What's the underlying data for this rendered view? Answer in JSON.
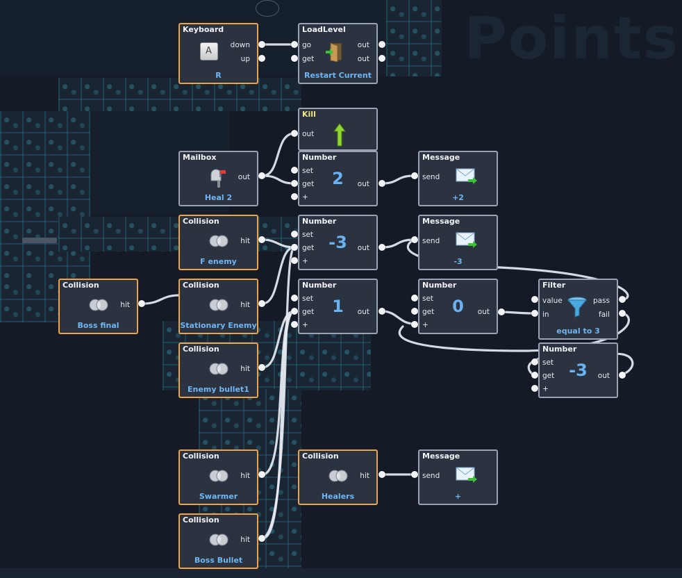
{
  "background": {
    "wordmark": "Points"
  },
  "nodes": {
    "keyboard": {
      "title": "Keyboard",
      "key": "A",
      "caption": "R",
      "ports": {
        "down": "down",
        "up": "up"
      }
    },
    "loadlevel": {
      "title": "LoadLevel",
      "caption": "Restart Current",
      "ports": {
        "go": "go",
        "get": "get",
        "out1": "out",
        "out2": "out"
      }
    },
    "kill": {
      "title": "Kill",
      "ports": {
        "out": "out"
      }
    },
    "mailbox": {
      "title": "Mailbox",
      "caption": "Heal 2",
      "ports": {
        "out": "out"
      }
    },
    "number_2": {
      "title": "Number",
      "value": "2",
      "ports": {
        "set": "set",
        "get": "get",
        "plus": "+",
        "out": "out"
      }
    },
    "message_plus2": {
      "title": "Message",
      "caption": "+2",
      "ports": {
        "send": "send"
      }
    },
    "collision_fenemy": {
      "title": "Collision",
      "caption": "F enemy",
      "ports": {
        "hit": "hit"
      }
    },
    "number_m3a": {
      "title": "Number",
      "value": "-3",
      "ports": {
        "set": "set",
        "get": "get",
        "plus": "+",
        "out": "out"
      }
    },
    "message_m3": {
      "title": "Message",
      "caption": "-3",
      "ports": {
        "send": "send"
      }
    },
    "collision_bossfinal": {
      "title": "Collision",
      "caption": "Boss final",
      "ports": {
        "hit": "hit"
      }
    },
    "collision_stationary": {
      "title": "Collision",
      "caption": "Stationary Enemy",
      "ports": {
        "hit": "hit"
      }
    },
    "number_1": {
      "title": "Number",
      "value": "1",
      "ports": {
        "set": "set",
        "get": "get",
        "plus": "+",
        "out": "out"
      }
    },
    "number_0": {
      "title": "Number",
      "value": "0",
      "ports": {
        "set": "set",
        "get": "get",
        "plus": "+",
        "out": "out"
      }
    },
    "filter": {
      "title": "Filter",
      "caption": "equal to 3",
      "ports": {
        "value": "value",
        "in": "in",
        "pass": "pass",
        "fail": "fail"
      }
    },
    "number_m3b": {
      "title": "Number",
      "value": "-3",
      "ports": {
        "set": "set",
        "get": "get",
        "plus": "+",
        "out": "out"
      }
    },
    "collision_enemybullet": {
      "title": "Collision",
      "caption": "Enemy bullet1",
      "ports": {
        "hit": "hit"
      }
    },
    "collision_swarmer": {
      "title": "Collision",
      "caption": "Swarmer",
      "ports": {
        "hit": "hit"
      }
    },
    "collision_healers": {
      "title": "Collision",
      "caption": "Healers",
      "ports": {
        "hit": "hit"
      }
    },
    "message_plus": {
      "title": "Message",
      "caption": "+",
      "ports": {
        "send": "send"
      }
    },
    "collision_bossbullet": {
      "title": "Collision",
      "caption": "Boss Bullet",
      "ports": {
        "hit": "hit"
      }
    }
  },
  "colors": {
    "node_bg": "#2b3240",
    "node_border": "#9aa3b4",
    "trigger_border": "#f0a44a",
    "caption_blue": "#6fb6f2",
    "wire": "#e6ecf2"
  },
  "icons": {
    "keyboard": "keycap-icon",
    "loadlevel": "door-icon",
    "kill": "up-arrow-icon",
    "mailbox": "mailbox-icon",
    "message": "envelope-icon",
    "collision": "overlap-circles-icon",
    "filter": "funnel-icon"
  }
}
